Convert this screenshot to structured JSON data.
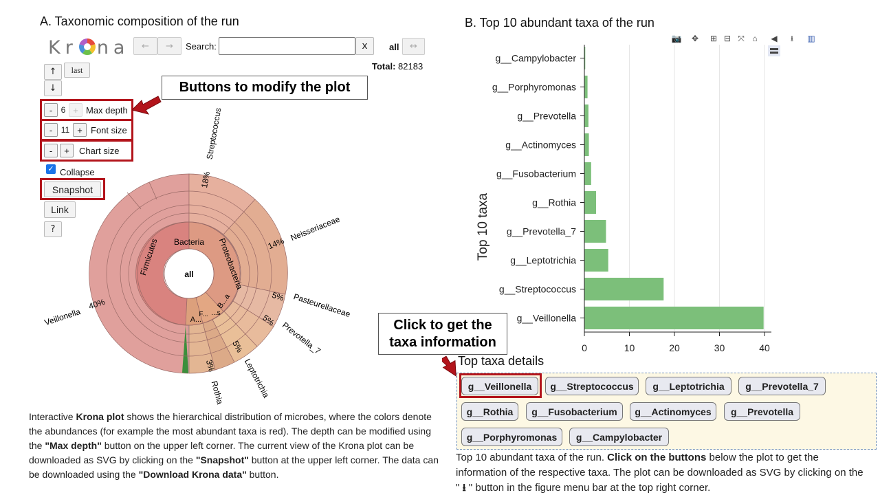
{
  "panel_a": {
    "title": "A. Taxonomic composition of the run",
    "logo_left": "Kr",
    "logo_right": "na",
    "nav_back": "←",
    "nav_forward": "→",
    "search_label": "Search:",
    "search_value": "",
    "search_clear": "x",
    "all_label": "all",
    "swap_arrows": "↔",
    "total_label": "Total:",
    "total_value": "82183",
    "up_arrow": "↑",
    "down_arrow": "↓",
    "last_label": "last",
    "max_depth_label": "Max depth",
    "max_depth_value": "6",
    "font_size_label": "Font size",
    "font_size_value": "11",
    "chart_size_label": "Chart size",
    "minus": "-",
    "plus": "+",
    "collapse_label": "Collapse",
    "snapshot_label": "Snapshot",
    "link_label": "Link",
    "help_label": "?",
    "callout_buttons": "Buttons to modify the plot",
    "krona": {
      "center": "all",
      "bacteria": "Bacteria",
      "firmicutes": "Firmicutes",
      "proteobacteria": "Proteobacteria",
      "ba": "B...a",
      "a_dots": "A...",
      "f_dots": "F...",
      "s_dots": "...s",
      "streptococcus": "Streptococcus",
      "strep_pct": "18%",
      "neisseriaceae": "Neisseriaceae",
      "neiss_pct": "14%",
      "pasteurellaceae": "Pasteurellaceae",
      "past_pct": "5%",
      "prevotella7": "Prevotella_7",
      "prev_pct": "5%",
      "leptotrichia": "Leptotrichia",
      "lept_pct": "5%",
      "rothia": "Rothia",
      "roth_pct": "3%",
      "veillonella": "Veillonella",
      "veil_pct": "40%"
    },
    "description_html": "Interactive <b>Krona plot</b> shows the hierarchical distribution of microbes, where the colors denote the abundances (for example the most abundant taxa is red). The depth can be modified using the <b>\"Max depth\"</b> button on the upper left corner. The current view of the Krona plot can be downloaded as SVG by clicking on the <b>\"Snapshot\"</b> button at the upper left corner. The data can be downloaded using the <b>\"Download Krona data\"</b> button."
  },
  "panel_b": {
    "title": "B. Top 10 abundant taxa of the run",
    "callout_click": "Click to get the taxa information",
    "details_title": "Top taxa details",
    "taxa_buttons": [
      "g__Veillonella",
      "g__Streptococcus",
      "g__Leptotrichia",
      "g__Prevotella_7",
      "g__Rothia",
      "g__Fusobacterium",
      "g__Actinomyces",
      "g__Prevotella",
      "g__Porphyromonas",
      "g__Campylobacter"
    ],
    "menubar_icons": [
      "camera-icon",
      "pan-icon",
      "zoom-in-icon",
      "zoom-out-icon",
      "autoscale-icon",
      "home-icon",
      "spike-lines-icon",
      "download-icon",
      "plotly-logo-icon"
    ],
    "description_html": "Top 10 abundant taxa of the run. <b>Click on the buttons</b> below the plot to get the information of the respective taxa. The plot can be downloaded as SVG by clicking on the \" <b>&#11123;</b> \" button in the figure menu bar at the top right corner."
  },
  "chart_data": {
    "type": "bar",
    "orientation": "horizontal",
    "categories": [
      "g__Veillonella",
      "g__Streptococcus",
      "g__Leptotrichia",
      "g__Prevotella_7",
      "g__Rothia",
      "g__Fusobacterium",
      "g__Actinomyces",
      "g__Prevotella",
      "g__Porphyromonas",
      "g__Campylobacter"
    ],
    "values": [
      39.8,
      17.6,
      5.3,
      4.8,
      2.6,
      1.5,
      1.0,
      0.9,
      0.7,
      0.2
    ],
    "xlabel": "",
    "ylabel": "Top 10 taxa",
    "xlim": [
      0,
      41
    ],
    "xticks": [
      0,
      10,
      20,
      30,
      40
    ],
    "grid": "vertical",
    "bar_color": "#7cbf7a"
  }
}
